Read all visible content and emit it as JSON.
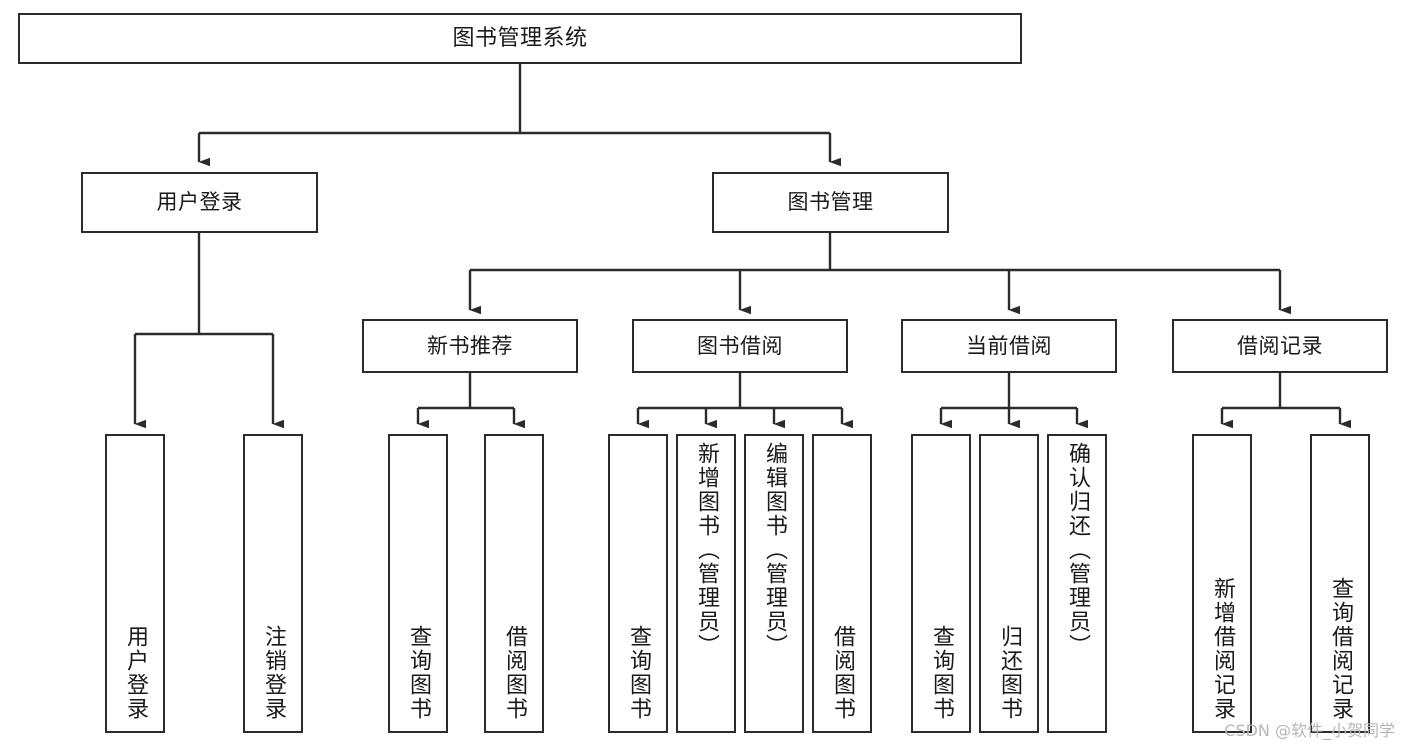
{
  "diagram": {
    "title": "图书管理系统",
    "type": "功能结构图",
    "style": {
      "border_color": "#2b2b2b",
      "fill_color": "#ffffff",
      "text_color": "#1a1a1a",
      "edge_color": "#2b2b2b",
      "background": "#ffffff",
      "watermark_color": "#b6b6b6"
    }
  },
  "nodes": {
    "root": {
      "label": "图书管理系统"
    },
    "level2": [
      {
        "id": "user-login",
        "label": "用户登录"
      },
      {
        "id": "book-management",
        "label": "图书管理"
      }
    ],
    "level3": [
      {
        "id": "new-book-recommend",
        "label": "新书推荐"
      },
      {
        "id": "book-borrow",
        "label": "图书借阅"
      },
      {
        "id": "current-borrow",
        "label": "当前借阅"
      },
      {
        "id": "borrow-record",
        "label": "借阅记录"
      }
    ],
    "leaves": {
      "user_login": [
        {
          "id": "leaf-user-login",
          "label": "用户登录"
        },
        {
          "id": "leaf-logout",
          "label": "注销登录"
        }
      ],
      "new_book_recommend": [
        {
          "id": "leaf-query-book-1",
          "label": "查询图书"
        },
        {
          "id": "leaf-borrow-book-1",
          "label": "借阅图书"
        }
      ],
      "book_borrow": [
        {
          "id": "leaf-query-book-2",
          "label": "查询图书"
        },
        {
          "id": "leaf-add-book",
          "label": "新增图书（管理员）"
        },
        {
          "id": "leaf-edit-book",
          "label": "编辑图书（管理员）"
        },
        {
          "id": "leaf-borrow-book-2",
          "label": "借阅图书"
        }
      ],
      "current_borrow": [
        {
          "id": "leaf-query-book-3",
          "label": "查询图书"
        },
        {
          "id": "leaf-return-book",
          "label": "归还图书"
        },
        {
          "id": "leaf-confirm-return",
          "label": "确认归还（管理员）"
        }
      ],
      "borrow_record": [
        {
          "id": "leaf-add-record",
          "label": "新增借阅记录"
        },
        {
          "id": "leaf-query-record",
          "label": "查询借阅记录"
        }
      ]
    }
  },
  "watermark": {
    "text": "CSDN @软件_小贺同学"
  }
}
